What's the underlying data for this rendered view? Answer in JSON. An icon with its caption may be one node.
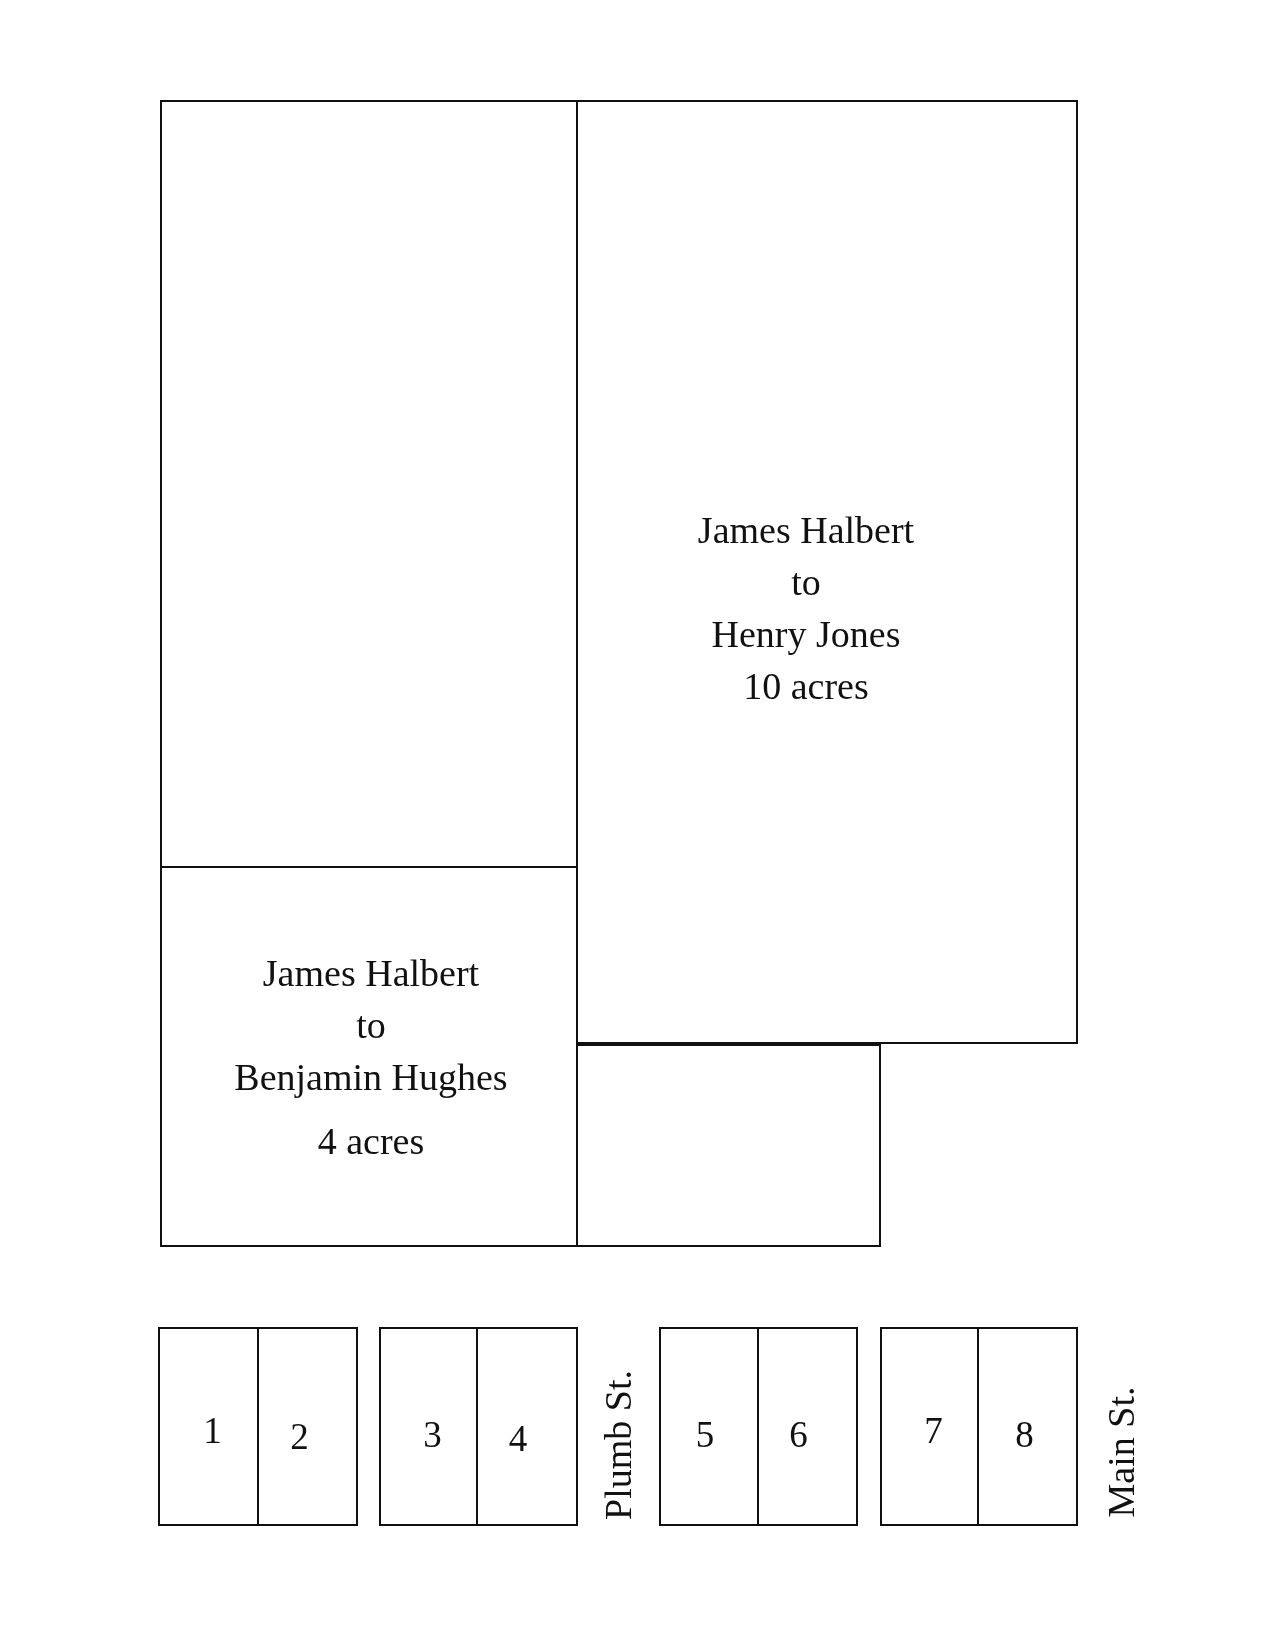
{
  "diagram": {
    "nodes": [
      {
        "text": [],
        "shape": "box"
      },
      {
        "text": [
          "James Halbert",
          "to",
          "Henry Jones",
          "10 acres"
        ]
      },
      {
        "text": [
          "James Halbert",
          "to",
          "Benjamin Hughes",
          "4 acres"
        ]
      },
      {
        "text": [],
        "shape": "box"
      },
      {
        "text": [
          "1"
        ]
      },
      {
        "text": [
          "2"
        ]
      },
      {
        "text": [
          "3"
        ]
      },
      {
        "text": [
          "4"
        ]
      },
      {
        "text": [
          "5"
        ]
      },
      {
        "text": [
          "6"
        ]
      },
      {
        "text": [
          "7"
        ]
      },
      {
        "text": [
          "8"
        ]
      }
    ],
    "labels": [
      "Plumb St.",
      "Main St."
    ]
  }
}
